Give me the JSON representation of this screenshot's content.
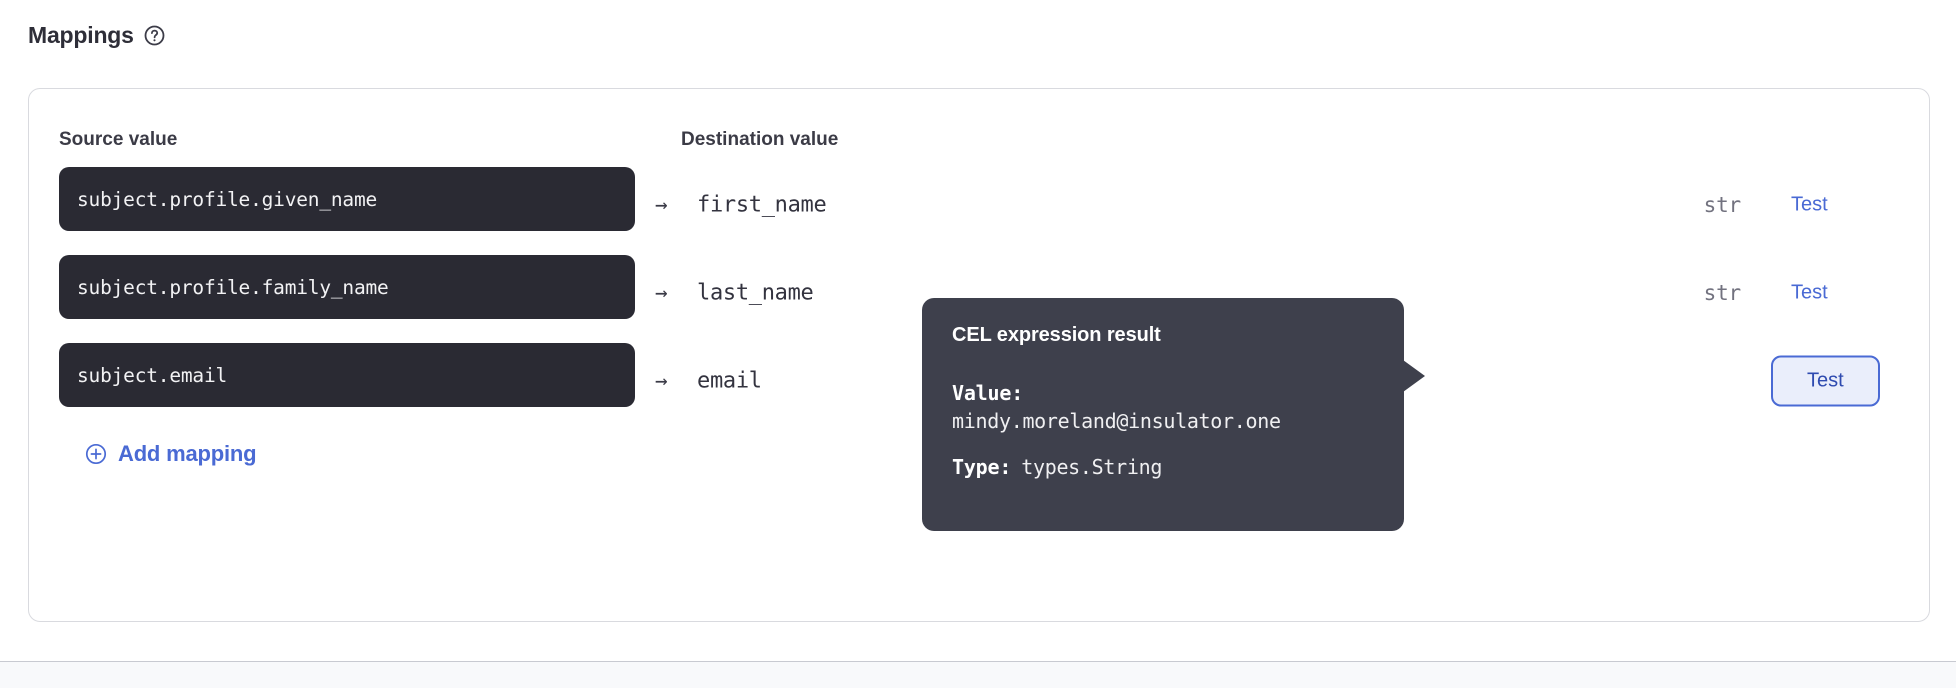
{
  "section": {
    "title": "Mappings",
    "help_icon": "question-circle-icon"
  },
  "columns": {
    "source_header": "Source value",
    "destination_header": "Destination value"
  },
  "mappings": [
    {
      "source": "subject.profile.given_name",
      "arrow": "→",
      "destination": "first_name",
      "type": "str",
      "test_label": "Test",
      "active": false
    },
    {
      "source": "subject.profile.family_name",
      "arrow": "→",
      "destination": "last_name",
      "type": "str",
      "test_label": "Test",
      "active": false
    },
    {
      "source": "subject.email",
      "arrow": "→",
      "destination": "email",
      "type": "",
      "test_label": "Test",
      "active": true
    }
  ],
  "add_mapping": {
    "label": "Add mapping",
    "icon": "plus-circle-icon"
  },
  "tooltip": {
    "title": "CEL expression result",
    "value_label": "Value:",
    "value": "mindy.moreland@insulator.one",
    "type_label": "Type:",
    "type_value": "types.String"
  },
  "colors": {
    "accent_link": "#4a6ad4",
    "active_button_bg": "#eaeefb",
    "active_button_text": "#2f4bb0",
    "input_bg": "#2a2a33",
    "tooltip_bg": "#3e404c",
    "card_border": "#d9dadf",
    "footer_bg": "#f8f9fb",
    "type_text": "#72727f"
  }
}
